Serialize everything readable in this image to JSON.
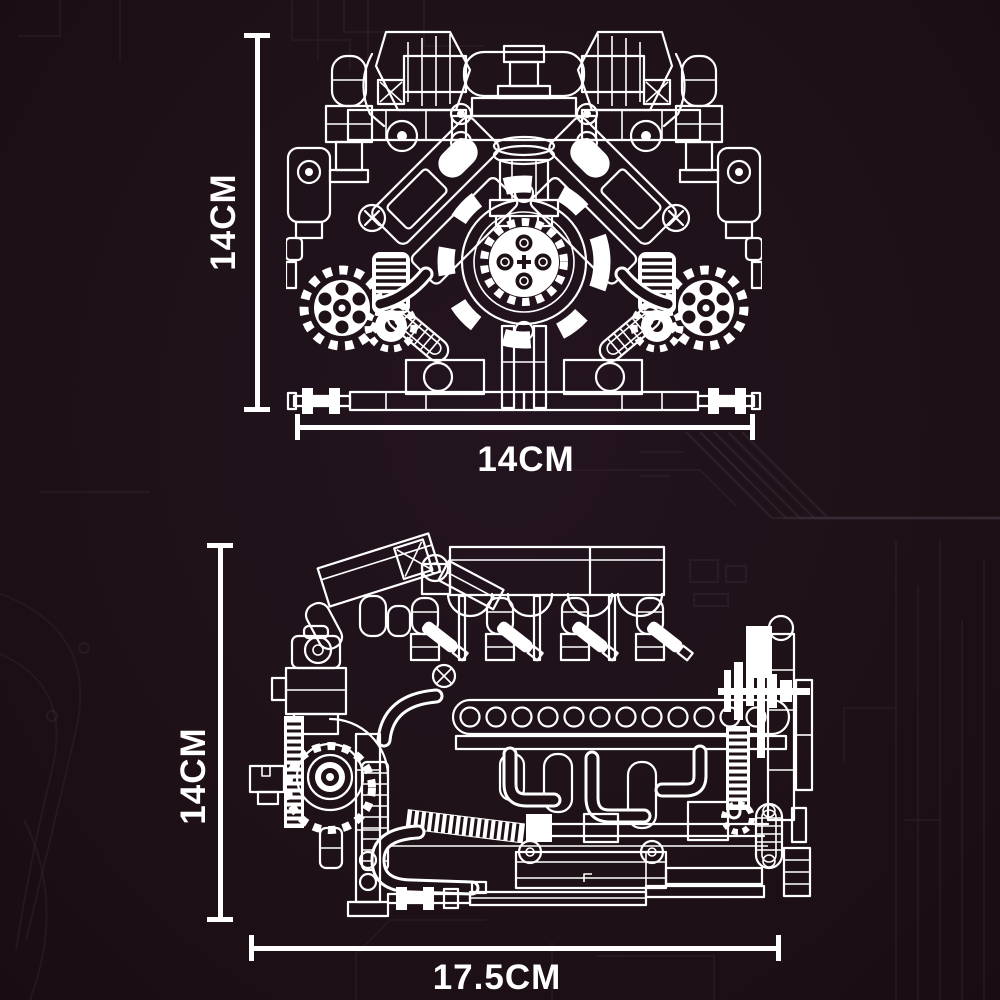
{
  "colors": {
    "background": "#1e1117",
    "line": "#ffffff",
    "trace": "#3a2a36"
  },
  "figures": {
    "front": {
      "name": "engine-model-front-view",
      "height_label": "14CM",
      "width_label": "14CM"
    },
    "side": {
      "name": "engine-model-side-view",
      "height_label": "14CM",
      "width_label": "17.5CM"
    }
  }
}
